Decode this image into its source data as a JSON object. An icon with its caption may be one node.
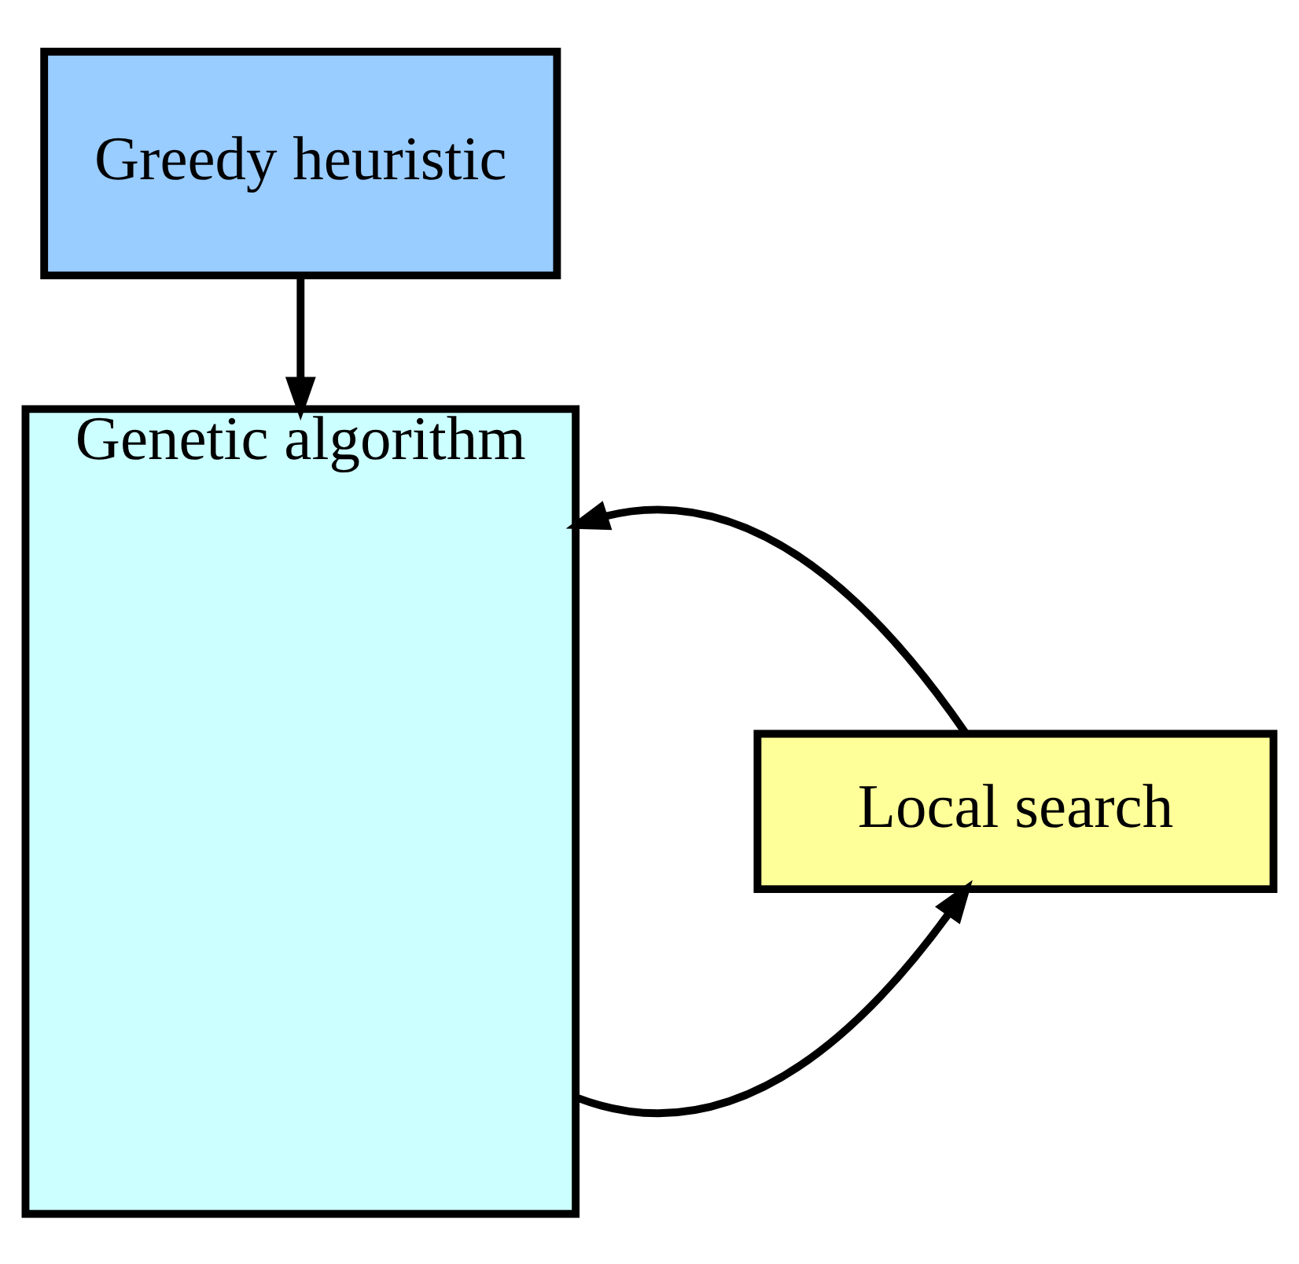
{
  "diagram": {
    "nodes": [
      {
        "text": [
          "Greedy heuristic"
        ]
      },
      {
        "text": [
          "Genetic algorithm"
        ]
      },
      {
        "text": [
          "Local search"
        ]
      }
    ],
    "edges": [
      {
        "from": 0,
        "to": 1,
        "arrow": "to"
      },
      {
        "from": 1,
        "to": 2,
        "arrow": "to"
      },
      {
        "from": 2,
        "to": 1,
        "arrow": "to"
      }
    ]
  }
}
